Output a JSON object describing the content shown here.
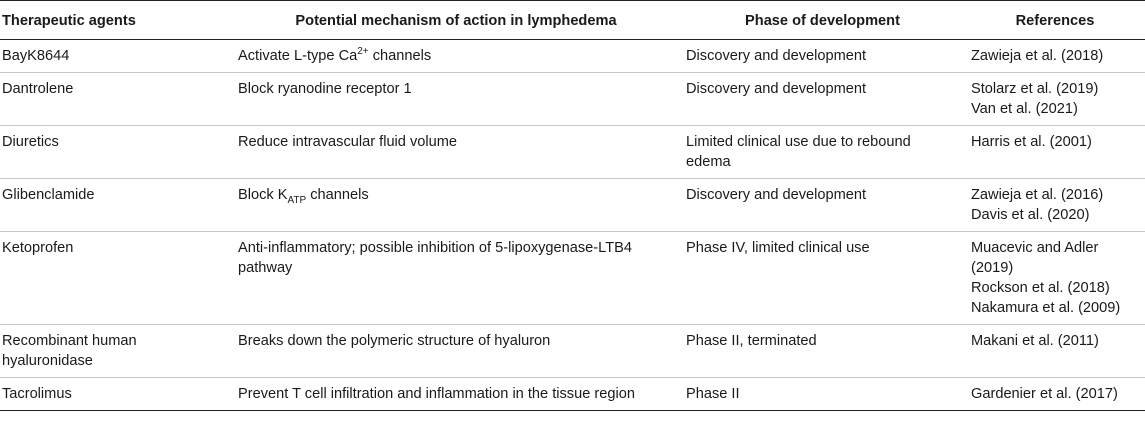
{
  "table": {
    "headers": [
      "Therapeutic agents",
      "Potential mechanism of action in lymphedema",
      "Phase of development",
      "References"
    ],
    "rows": [
      {
        "agent": "BayK8644",
        "mechanism_pre": "Activate L-type Ca",
        "mechanism_sup": "2+",
        "mechanism_post": " channels",
        "phase": "Discovery and development",
        "refs": [
          "Zawieja et al. (2018)"
        ]
      },
      {
        "agent": "Dantrolene",
        "mechanism": "Block ryanodine receptor 1",
        "phase": "Discovery and development",
        "refs": [
          "Stolarz et al. (2019)",
          "Van et al. (2021)"
        ]
      },
      {
        "agent": "Diuretics",
        "mechanism": "Reduce intravascular fluid volume",
        "phase": "Limited clinical use due to rebound edema",
        "refs": [
          "Harris et al. (2001)"
        ]
      },
      {
        "agent": "Glibenclamide",
        "mechanism_pre": "Block K",
        "mechanism_sub": "ATP",
        "mechanism_post": " channels",
        "phase": "Discovery and development",
        "refs": [
          "Zawieja et al. (2016)",
          "Davis et al. (2020)"
        ]
      },
      {
        "agent": "Ketoprofen",
        "mechanism": "Anti-inflammatory; possible inhibition of 5-lipoxygenase-LTB4 pathway",
        "phase": "Phase IV, limited clinical use",
        "refs": [
          "Muacevic and Adler (2019)",
          "Rockson et al. (2018)",
          "Nakamura et al. (2009)"
        ]
      },
      {
        "agent": "Recombinant human hyaluronidase",
        "mechanism": "Breaks down the polymeric structure of hyaluron",
        "phase": "Phase II, terminated",
        "refs": [
          "Makani et al. (2011)"
        ]
      },
      {
        "agent": "Tacrolimus",
        "mechanism": "Prevent T cell infiltration and inflammation in the tissue region",
        "phase": "Phase II",
        "refs": [
          "Gardenier et al. (2017)"
        ]
      }
    ]
  }
}
